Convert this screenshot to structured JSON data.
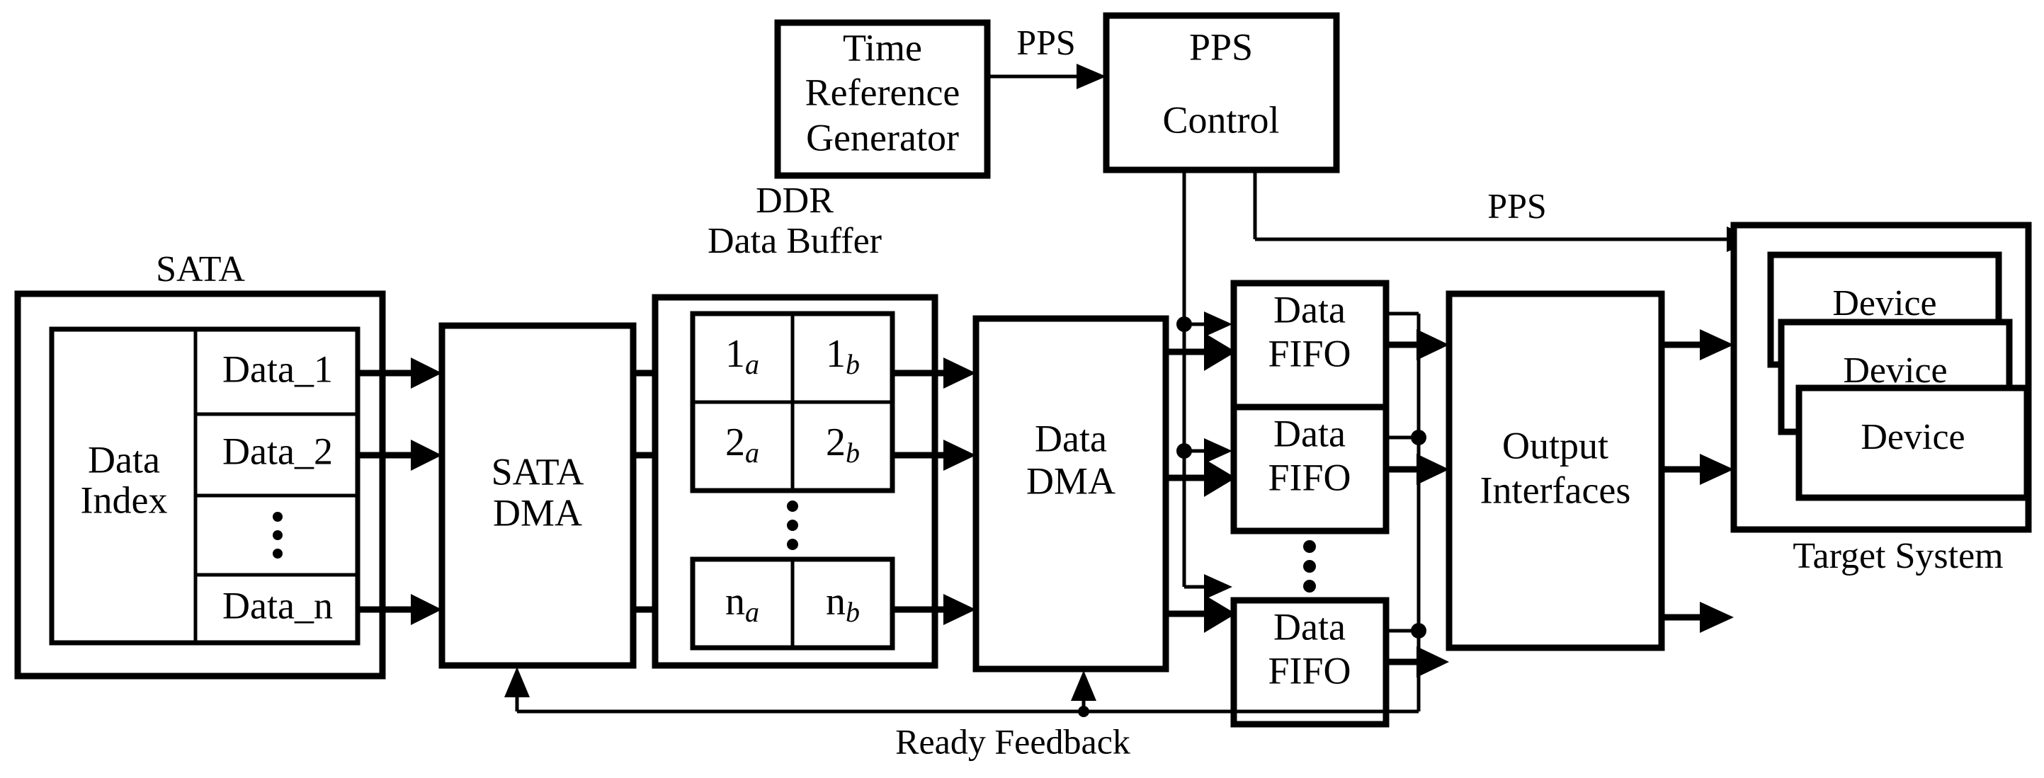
{
  "diagram": {
    "title": "SATA-based data playback system block diagram",
    "background_color": "#ffffff",
    "line_color": "#000000"
  },
  "blocks": {
    "sata": {
      "label": "SATA",
      "index_label_line1": "Data",
      "index_label_line2": "Index",
      "entries": [
        "Data_1",
        "Data_2",
        "Data_n"
      ],
      "ellipsis": "vertical-dots"
    },
    "sata_dma": {
      "line1": "SATA",
      "line2": "DMA"
    },
    "ddr_buffer": {
      "label_line1": "DDR",
      "label_line2": "Data Buffer",
      "rows": [
        {
          "a_base": "1",
          "a_sub": "a",
          "b_base": "1",
          "b_sub": "b"
        },
        {
          "a_base": "2",
          "a_sub": "a",
          "b_base": "2",
          "b_sub": "b"
        },
        {
          "a_base": "n",
          "a_sub": "a",
          "b_base": "n",
          "b_sub": "b"
        }
      ],
      "ellipsis": "vertical-dots"
    },
    "time_reference_generator": {
      "line1": "Time",
      "line2": "Reference",
      "line3": "Generator"
    },
    "pps_control": {
      "line1": "PPS",
      "line2": "Control"
    },
    "data_dma": {
      "line1": "Data",
      "line2": "DMA"
    },
    "data_fifo": {
      "line1": "Data",
      "line2": "FIFO",
      "count_visible": 3,
      "ellipsis": "vertical-dots"
    },
    "output_interfaces": {
      "line1": "Output",
      "line2": "Interfaces"
    },
    "target_system": {
      "label": "Target System",
      "devices": [
        "Device",
        "Device",
        "Device"
      ]
    }
  },
  "signals": {
    "pps_to_control": "PPS",
    "pps_to_target": "PPS",
    "ready_feedback": "Ready Feedback"
  }
}
